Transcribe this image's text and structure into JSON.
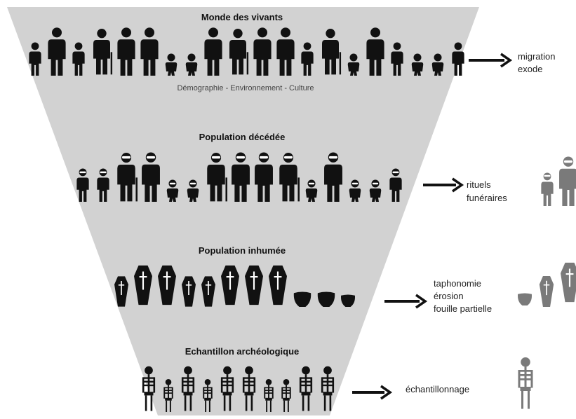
{
  "levels": [
    {
      "title": "Monde des vivants",
      "subtitle": "Démographie - Environnement - Culture",
      "side_lines": [
        "migration",
        "exode"
      ]
    },
    {
      "title": "Population décédée",
      "side_lines": [
        "rituels",
        "funéraires"
      ]
    },
    {
      "title": "Population inhumée",
      "side_lines": [
        "taphonomie",
        "érosion",
        "fouille partielle"
      ]
    },
    {
      "title": "Echantillon archéologique",
      "side_lines": [
        "échantillonnage"
      ]
    }
  ],
  "icons": {
    "living": "person-icon",
    "deceased": "masked-person-icon",
    "buried": "coffin-icon",
    "urn": "urn-icon",
    "sample": "skeleton-icon",
    "arrow": "right-arrow-icon"
  },
  "colors": {
    "funnel": "#d2d2d2",
    "icon": "#111111",
    "lost": "#7a7a7a",
    "text": "#222222"
  }
}
